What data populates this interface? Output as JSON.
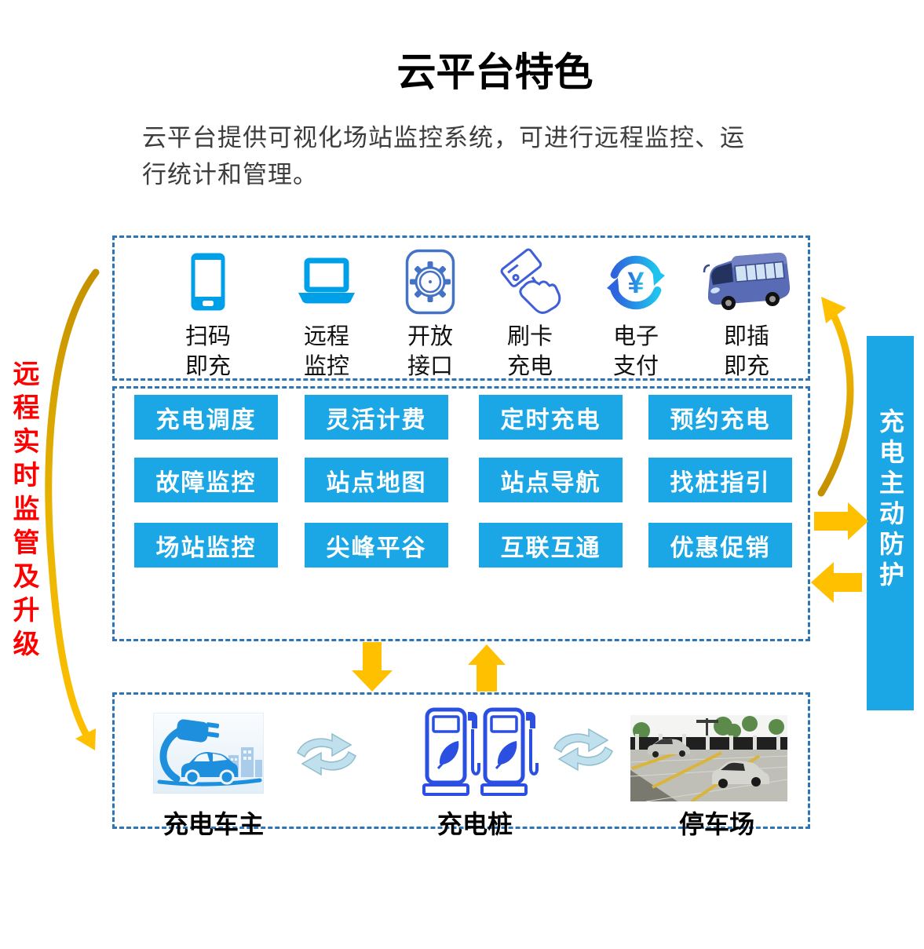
{
  "title": "云平台特色",
  "subtitle": {
    "line1": "云平台提供可视化场站监控系统，可进行远程监控、运",
    "line2": "行统计和管理。"
  },
  "left_banner": "远程实时监管及升级",
  "right_banner": "充电主动防护",
  "access_features": [
    {
      "icon": "phone-icon",
      "line1": "扫码",
      "line2": "即充"
    },
    {
      "icon": "laptop-icon",
      "line1": "远程",
      "line2": "监控"
    },
    {
      "icon": "gear-icon",
      "line1": "开放",
      "line2": "接口"
    },
    {
      "icon": "card-swipe-icon",
      "line1": "刷卡",
      "line2": "充电"
    },
    {
      "icon": "yuan-payment-icon",
      "line1": "电子",
      "line2": "支付"
    },
    {
      "icon": "bus-icon",
      "line1": "即插",
      "line2": "即充"
    }
  ],
  "platform_functions": {
    "rows": [
      [
        "充电调度",
        "灵活计费",
        "定时充电",
        "预约充电"
      ],
      [
        "故障监控",
        "站点地图",
        "站点导航",
        "找桩指引"
      ],
      [
        "场站监控",
        "尖峰平谷",
        "互联互通",
        "优惠促销"
      ]
    ]
  },
  "entities": [
    {
      "label": "充电车主",
      "image": "ev-owner-image"
    },
    {
      "label": "充电桩",
      "image": "charging-pile-icons"
    },
    {
      "label": "停车场",
      "image": "parking-lot-image"
    }
  ],
  "icons": {
    "yuan_symbol": "¥"
  },
  "colors": {
    "accent_blue": "#1BA7E6",
    "dash_border": "#2E75B6",
    "arrow_yellow": "#FFC000",
    "arrow_gold": "#C49000",
    "banner_red": "#FF0000",
    "icon_blue": "#00A0E9",
    "gear_blue": "#4472C4",
    "pile_blue": "#2B4FE0",
    "swap_arrow_blue": "#BFE0EC",
    "text_dark": "#3D3D3D"
  }
}
